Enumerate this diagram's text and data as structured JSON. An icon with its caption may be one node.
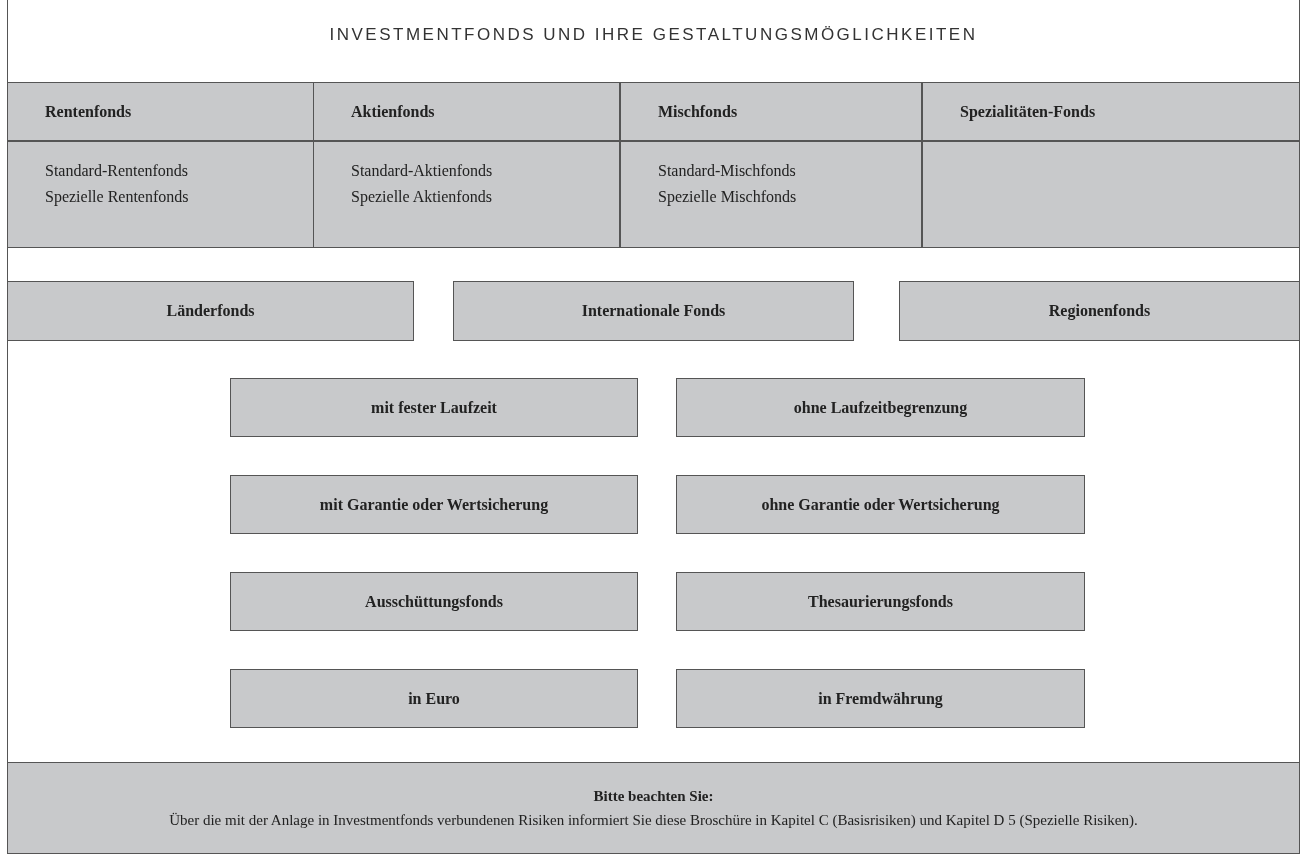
{
  "diagram": {
    "title": "INVESTMENTFONDS UND IHRE GESTALTUNGSMÖGLICHKEITEN",
    "nodes": [
      {
        "text": [
          "Rentenfonds"
        ]
      },
      {
        "text": [
          "Aktienfonds"
        ]
      },
      {
        "text": [
          "Mischfonds"
        ]
      },
      {
        "text": [
          "Spezialitäten-Fonds"
        ]
      },
      {
        "text": [
          "Standard-Rentenfonds",
          "Spezielle Rentenfonds"
        ]
      },
      {
        "text": [
          "Standard-Aktienfonds",
          "Spezielle Aktienfonds"
        ]
      },
      {
        "text": [
          "Standard-Mischfonds",
          "Spezielle Mischfonds"
        ]
      },
      {
        "text": [],
        "shape": "box"
      },
      {
        "text": [
          "Länderfonds"
        ]
      },
      {
        "text": [
          "Internationale Fonds"
        ]
      },
      {
        "text": [
          "Regionenfonds"
        ]
      },
      {
        "text": [
          "mit fester Laufzeit"
        ]
      },
      {
        "text": [
          "ohne Laufzeitbegrenzung"
        ]
      },
      {
        "text": [
          "mit Garantie oder Wertsicherung"
        ]
      },
      {
        "text": [
          "ohne Garantie oder Wertsicherung"
        ]
      },
      {
        "text": [
          "Ausschüttungsfonds"
        ]
      },
      {
        "text": [
          "Thesaurierungsfonds"
        ]
      },
      {
        "text": [
          "in Euro"
        ]
      },
      {
        "text": [
          "in Fremdwährung"
        ]
      },
      {
        "text": [
          "Bitte beachten Sie:",
          "Über die mit der Anlage in Investmentfonds verbundenen Risiken informiert Sie diese Broschüre in Kapitel C (Basisrisiken) und Kapitel D 5 (Spezielle Risiken)."
        ]
      }
    ]
  }
}
